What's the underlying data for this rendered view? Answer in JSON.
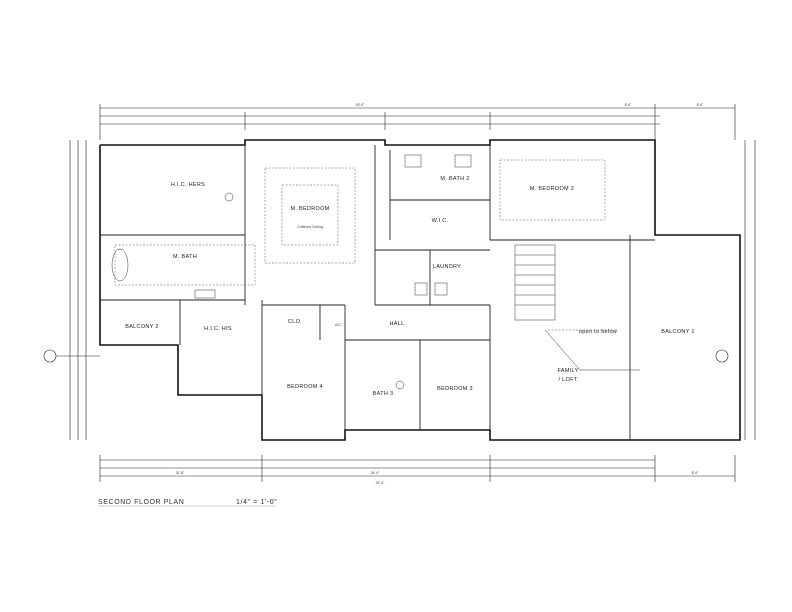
{
  "title": "SECOND FLOOR PLAN",
  "scale": "1/4\" = 1'-0\"",
  "rooms": {
    "hic_hers": "H.I.C. HERS",
    "m_bedroom": "M. BEDROOM",
    "m_bedroom_ceiling": "Coffered Ceiling",
    "m_bath": "M. BATH",
    "m_bath2": "M. BATH 2",
    "wic": "W.I.C.",
    "bedroom2": "M. BEDROOM 2",
    "laundry": "LAUNDRY",
    "balcony2": "BALCONY 2",
    "hic_his": "H.I.C. HIS",
    "clo": "CLO.",
    "hall": "HALL",
    "bedroom4": "BEDROOM 4",
    "bath3": "BATH 3",
    "bedroom3": "BEDROOM 3",
    "open_below": "open to below",
    "family": "FAMILY",
    "loft": "/ LOFT",
    "balcony1": "BALCONY 1",
    "a_c": "A/C"
  },
  "dims": {
    "overall_top": "93'-0\"",
    "overall_bottom": "93'-0\"",
    "left_sub": "32'-8\"",
    "mid_sub": "34'-4\"",
    "right_sub": "8'-0\"",
    "right_top": "8'-0\"",
    "right_top2": "8'-0\""
  }
}
